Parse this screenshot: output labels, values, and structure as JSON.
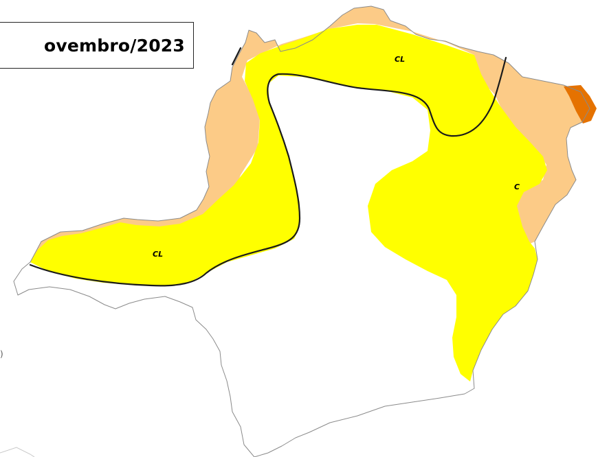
{
  "map": {
    "title": "ovembro/2023",
    "labels": {
      "cl_north": "CL",
      "cl_west": "CL",
      "c_east": "C",
      "stray_mark": ")"
    },
    "colors": {
      "background": "#ffffff",
      "zone_yellow": "#ffff00",
      "zone_tan": "#fccb87",
      "zone_orange": "#e57200",
      "outline": "#8a8a8a",
      "isoline": "#1a1a1a"
    }
  }
}
